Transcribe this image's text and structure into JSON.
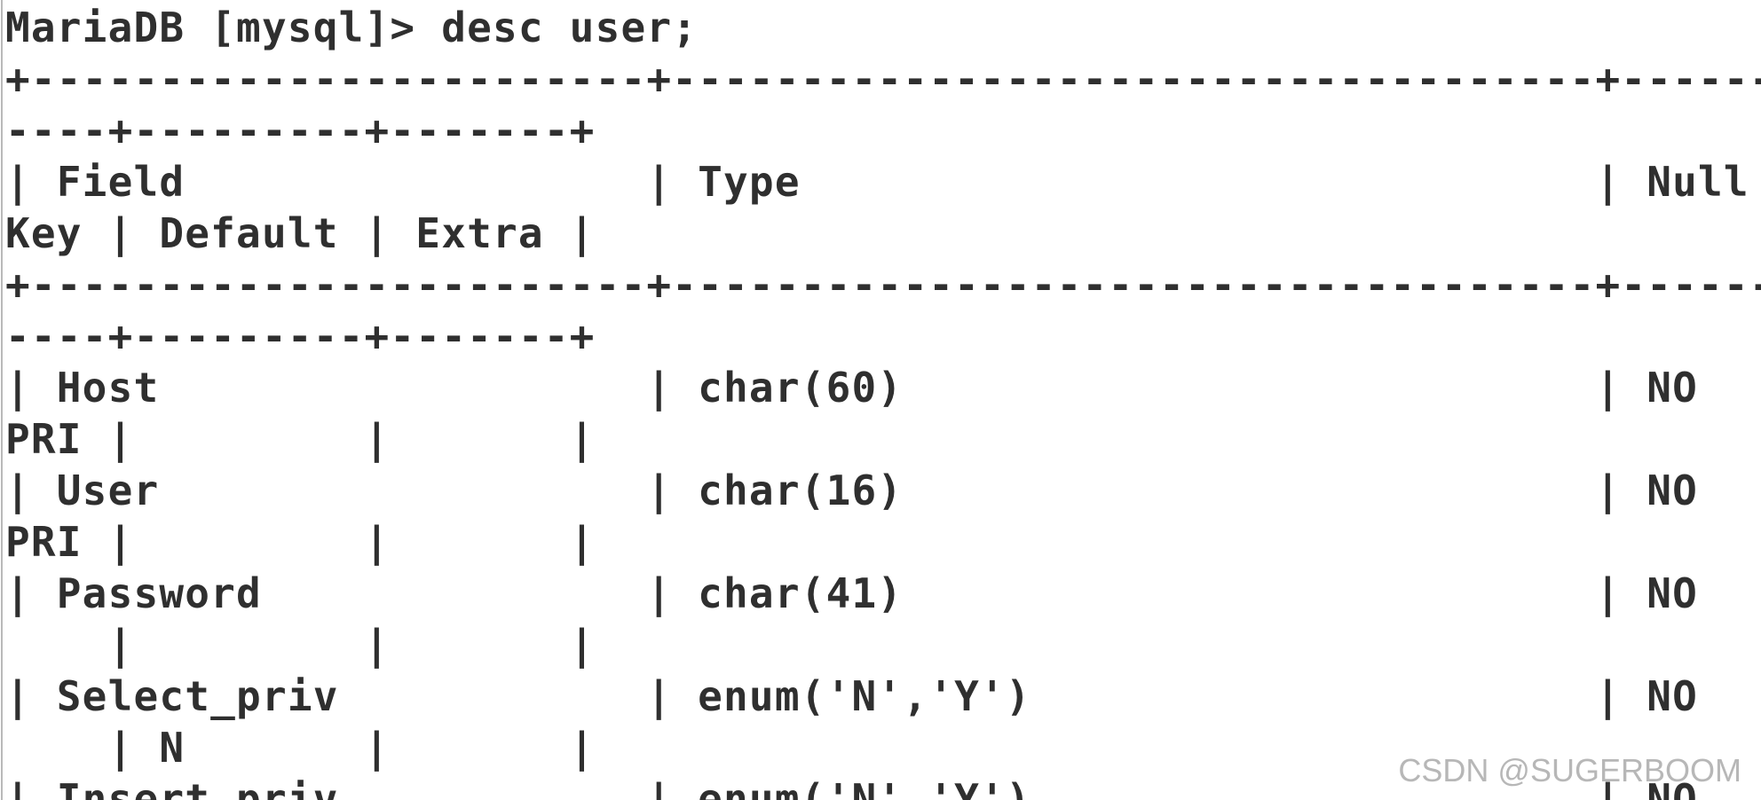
{
  "terminal": {
    "lines": [
      "MariaDB [mysql]> desc user;",
      "+------------------------+------------------------------------+------+-",
      "----+---------+-------+",
      "| Field                  | Type                               | Null |",
      "Key | Default | Extra |",
      "+------------------------+------------------------------------+------+-",
      "----+---------+-------+",
      "| Host                   | char(60)                           | NO   |",
      "PRI |         |       |",
      "| User                   | char(16)                           | NO   |",
      "PRI |         |       |",
      "| Password               | char(41)                           | NO   |",
      "    |         |       |",
      "| Select_priv            | enum('N','Y')                      | NO   |",
      "    | N       |       |",
      "| Insert_priv            | enum('N','Y')                      | NO   |"
    ]
  },
  "watermark": "CSDN @SUGERBOOM"
}
